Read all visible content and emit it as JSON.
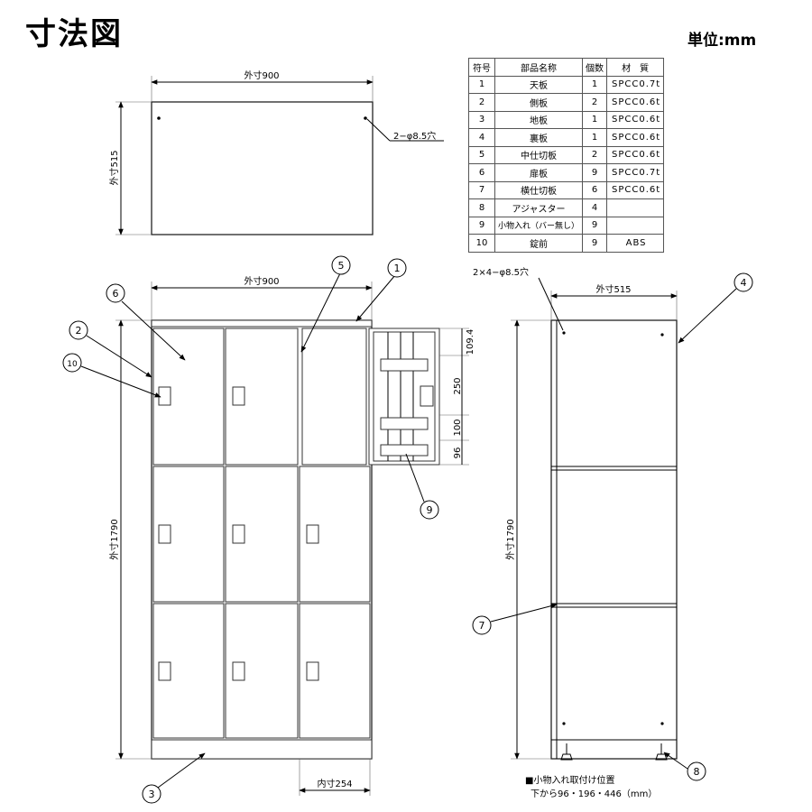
{
  "title": "寸法図",
  "unit": "単位:mm",
  "parts_table": {
    "headers": [
      "符号",
      "部品名称",
      "個数",
      "材　質"
    ],
    "rows": [
      {
        "no": "1",
        "name": "天板",
        "qty": "1",
        "material": "SPCC0.7t"
      },
      {
        "no": "2",
        "name": "側板",
        "qty": "2",
        "material": "SPCC0.6t"
      },
      {
        "no": "3",
        "name": "地板",
        "qty": "1",
        "material": "SPCC0.6t"
      },
      {
        "no": "4",
        "name": "裏板",
        "qty": "1",
        "material": "SPCC0.6t"
      },
      {
        "no": "5",
        "name": "中仕切板",
        "qty": "2",
        "material": "SPCC0.6t"
      },
      {
        "no": "6",
        "name": "扉板",
        "qty": "9",
        "material": "SPCC0.7t"
      },
      {
        "no": "7",
        "name": "横仕切板",
        "qty": "6",
        "material": "SPCC0.6t"
      },
      {
        "no": "8",
        "name": "アジャスター",
        "qty": "4",
        "material": ""
      },
      {
        "no": "9",
        "name": "小物入れ（バー無し）",
        "qty": "9",
        "material": ""
      },
      {
        "no": "10",
        "name": "錠前",
        "qty": "9",
        "material": "ABS"
      }
    ]
  },
  "dimensions": {
    "top_width": "外寸900",
    "top_depth": "外寸515",
    "top_holes": "2−φ8.5穴",
    "front_width": "外寸900",
    "front_height": "外寸1790",
    "inner_width": "内寸254",
    "side_depth": "外寸515",
    "side_height": "外寸1790",
    "side_holes": "2×4−φ8.5穴",
    "pocket_dims": [
      "109.4",
      "250",
      "100",
      "96"
    ]
  },
  "callouts": [
    "1",
    "2",
    "3",
    "4",
    "5",
    "6",
    "7",
    "8",
    "9",
    "10"
  ],
  "note": {
    "line1": "■小物入れ取付け位置",
    "line2": "下から96・196・446（mm）"
  }
}
